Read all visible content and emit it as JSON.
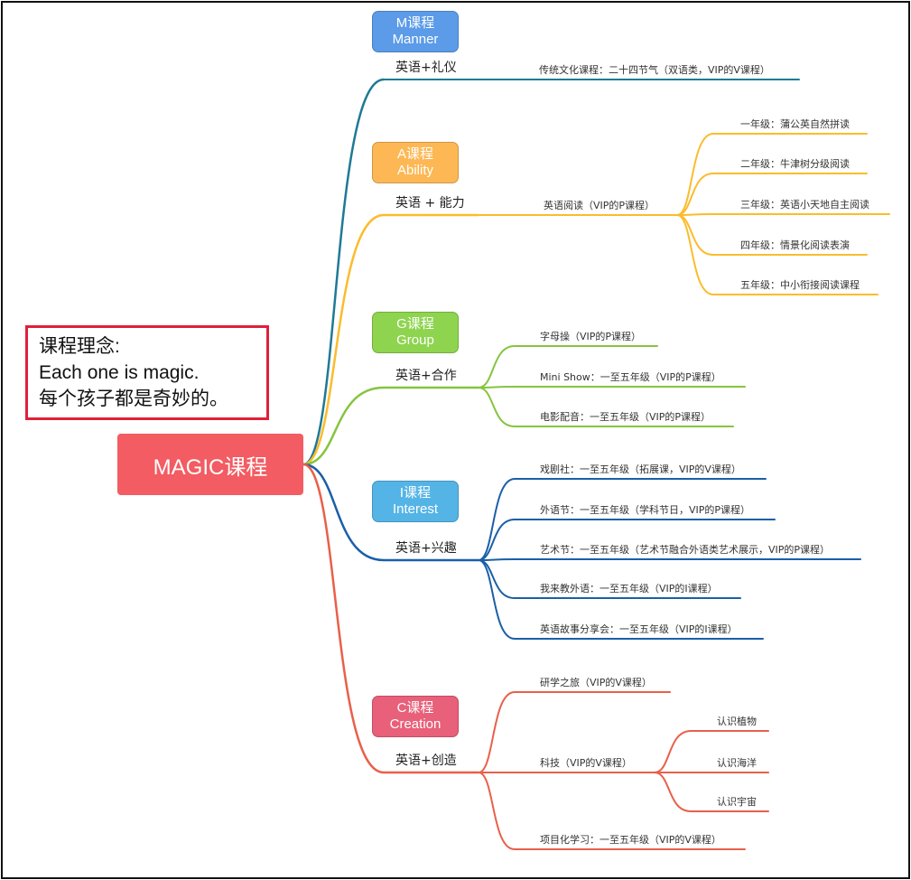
{
  "root": {
    "label": "MAGIC课程"
  },
  "concept": {
    "line1": "课程理念:",
    "line2": "Each one is magic.",
    "line3": "每个孩子都是奇妙的。"
  },
  "colors": {
    "root": "#f25c62",
    "m_line": "#1f7a94",
    "a_line": "#fbbc2c",
    "g_line": "#86c440",
    "i_line": "#1a5fa8",
    "c_line": "#e8604a"
  },
  "branches": [
    {
      "code": "M课程",
      "name": "Manner",
      "label": "英语+礼仪",
      "box_color": "#5b9be8",
      "children": [
        {
          "text": "传统文化课程：二十四节气（双语类，VIP的V课程）"
        }
      ]
    },
    {
      "code": "A课程",
      "name": "Ability",
      "label": "英语 + 能力",
      "box_color": "#fdb855",
      "children": [
        {
          "text": "英语阅读（VIP的P课程）",
          "children": [
            {
              "text": "一年级：蒲公英自然拼读"
            },
            {
              "text": "二年级：牛津树分级阅读"
            },
            {
              "text": "三年级：英语小天地自主阅读"
            },
            {
              "text": "四年级：情景化阅读表演"
            },
            {
              "text": "五年级：中小衔接阅读课程"
            }
          ]
        }
      ]
    },
    {
      "code": "G课程",
      "name": "Group",
      "label": "英语+合作",
      "box_color": "#8ed44f",
      "children": [
        {
          "text": "字母操（VIP的P课程）"
        },
        {
          "text": "Mini Show：一至五年级（VIP的P课程）"
        },
        {
          "text": "电影配音：一至五年级（VIP的P课程）"
        }
      ]
    },
    {
      "code": "I课程",
      "name": "Interest",
      "label": "英语+兴趣",
      "box_color": "#55b4e6",
      "children": [
        {
          "text": "戏剧社：一至五年级（拓展课，VIP的V课程）"
        },
        {
          "text": "外语节：一至五年级（学科节日，VIP的P课程）"
        },
        {
          "text": "艺术节：一至五年级（艺术节融合外语类艺术展示，VIP的P课程）"
        },
        {
          "text": "我来教外语：一至五年级（VIP的I课程）"
        },
        {
          "text": "英语故事分享会：一至五年级（VIP的I课程）"
        }
      ]
    },
    {
      "code": "C课程",
      "name": "Creation",
      "label": "英语+创造",
      "box_color": "#e8607a",
      "children": [
        {
          "text": "研学之旅（VIP的V课程）"
        },
        {
          "text": "科技（VIP的V课程）",
          "children": [
            {
              "text": "认识植物"
            },
            {
              "text": "认识海洋"
            },
            {
              "text": "认识宇宙"
            }
          ]
        },
        {
          "text": "项目化学习：一至五年级（VIP的V课程）"
        }
      ]
    }
  ]
}
